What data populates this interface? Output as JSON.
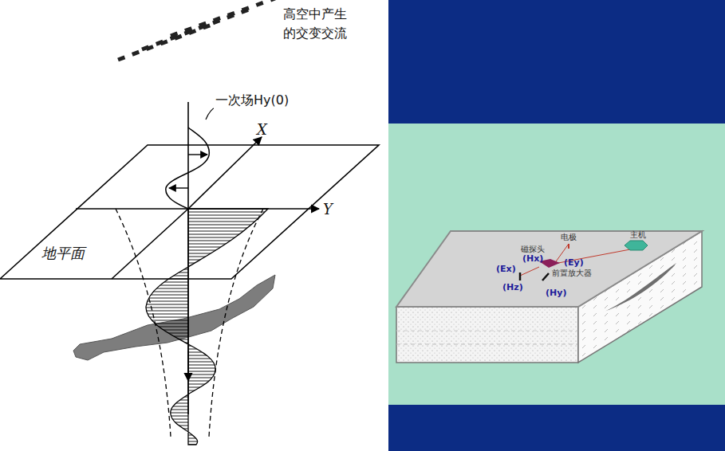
{
  "diagram": {
    "labels": [
      "高空中产生 的交变交流",
      "一次场Hy(0)",
      "X",
      "Y",
      "地平面",
      "电极",
      "主机",
      "磁探头",
      "(Hx)",
      "(Ey)",
      "(Ex)",
      "前置放大器",
      "(Hz)",
      "(Hy)"
    ]
  }
}
